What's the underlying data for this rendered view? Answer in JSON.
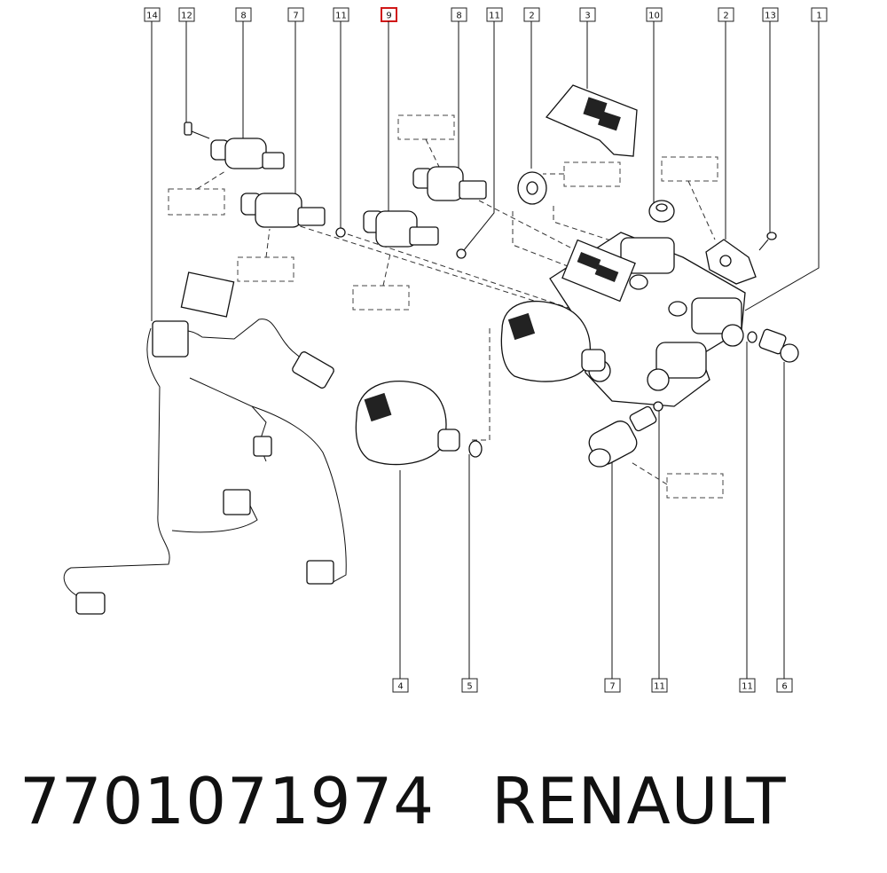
{
  "callouts_top": [
    "14",
    "12",
    "8",
    "7",
    "11",
    "9",
    "8",
    "11",
    "2",
    "3",
    "10",
    "2",
    "13",
    "1"
  ],
  "callouts_bottom": [
    "4",
    "5",
    "7",
    "11",
    "11",
    "6"
  ],
  "highlight_color": "#d01818",
  "footer": {
    "part_number": "7701071974",
    "brand": "RENAULT"
  }
}
